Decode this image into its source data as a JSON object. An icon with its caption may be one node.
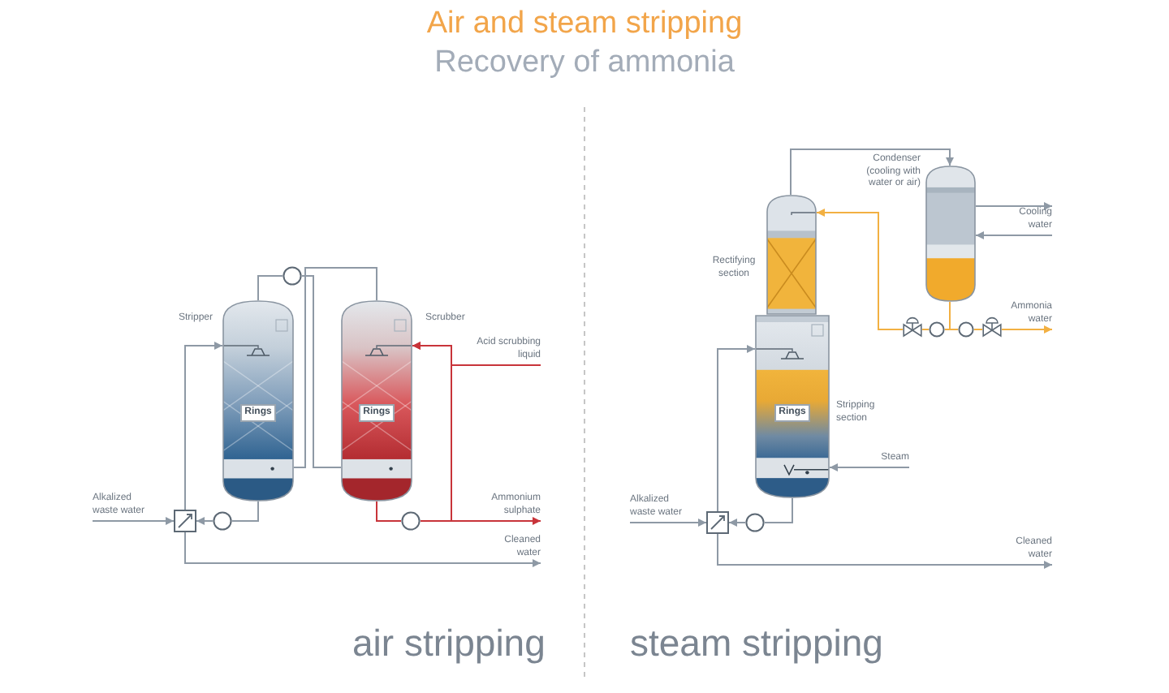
{
  "diagram": {
    "title": "Air and steam stripping",
    "nodes": [
      {
        "text": [
          "Stripper"
        ]
      },
      {
        "text": [
          "Rings"
        ],
        "in": 0
      },
      {
        "text": [
          "Scrubber"
        ]
      },
      {
        "text": [
          "Rings"
        ],
        "in": 2
      },
      {
        "text": [],
        "shape": "circle"
      },
      {
        "text": [],
        "shape": "box"
      },
      {
        "text": [],
        "shape": "circle"
      },
      {
        "text": [],
        "shape": "circle"
      },
      {
        "text": [
          "Alkalized waste water"
        ]
      },
      {
        "text": [
          "Acid scrubbing liquid"
        ]
      },
      {
        "text": [
          "Ammonium sulphate"
        ]
      },
      {
        "text": [
          "Cleaned water"
        ]
      },
      {
        "text": [
          "Rectifying section"
        ]
      },
      {
        "text": [
          "Stripping section"
        ]
      },
      {
        "text": [
          "Rings"
        ],
        "in": 13
      },
      {
        "text": [
          "Condenser (cooling with water or air)"
        ]
      },
      {
        "text": [],
        "shape": "valve"
      },
      {
        "text": [],
        "shape": "circle"
      },
      {
        "text": [],
        "shape": "circle"
      },
      {
        "text": [],
        "shape": "valve"
      },
      {
        "text": [
          "Cooling water"
        ]
      },
      {
        "text": [
          "Ammonia water"
        ]
      },
      {
        "text": [
          "Steam"
        ]
      },
      {
        "text": [
          "Alkalized waste water"
        ]
      },
      {
        "text": [],
        "shape": "box"
      },
      {
        "text": [],
        "shape": "circle"
      },
      {
        "text": [
          "Cleaned water"
        ]
      }
    ],
    "edges": [
      {
        "from": 8,
        "to": 5,
        "arrow": "to"
      },
      {
        "from": 5,
        "to": 0,
        "arrow": "to"
      },
      {
        "from": 0,
        "to": 6,
        "arrow": "none"
      },
      {
        "from": 6,
        "to": 5,
        "arrow": "to"
      },
      {
        "from": 5,
        "to": 11,
        "arrow": "to"
      },
      {
        "from": 0,
        "to": 4,
        "arrow": "none"
      },
      {
        "from": 4,
        "to": 2,
        "arrow": "none"
      },
      {
        "from": 2,
        "to": 0,
        "arrow": "none"
      },
      {
        "from": 9,
        "to": 2,
        "arrow": "to",
        "color": "#c8343a"
      },
      {
        "from": 2,
        "to": 7,
        "arrow": "none",
        "color": "#c8343a"
      },
      {
        "from": 7,
        "to": 10,
        "arrow": "to",
        "color": "#c8343a"
      },
      {
        "from": 7,
        "to": 2,
        "arrow": "to",
        "color": "#c8343a"
      },
      {
        "from": 23,
        "to": 24,
        "arrow": "to"
      },
      {
        "from": 24,
        "to": 13,
        "arrow": "to"
      },
      {
        "from": 13,
        "to": 25,
        "arrow": "none"
      },
      {
        "from": 25,
        "to": 24,
        "arrow": "to"
      },
      {
        "from": 24,
        "to": 26,
        "arrow": "to"
      },
      {
        "from": 22,
        "to": 13,
        "arrow": "to"
      },
      {
        "from": 12,
        "to": 15,
        "arrow": "to"
      },
      {
        "from": 15,
        "to": 20,
        "arrow": "to"
      },
      {
        "from": 20,
        "to": 15,
        "arrow": "to"
      },
      {
        "from": 15,
        "to": 17,
        "arrow": "none",
        "color": "#f2b042"
      },
      {
        "from": 15,
        "to": 18,
        "arrow": "none",
        "color": "#f2b042"
      },
      {
        "from": 17,
        "to": 16,
        "arrow": "none",
        "color": "#f2b042"
      },
      {
        "from": 16,
        "to": 12,
        "arrow": "to",
        "color": "#f2b042"
      },
      {
        "from": 18,
        "to": 19,
        "arrow": "none",
        "color": "#f2b042"
      },
      {
        "from": 19,
        "to": 21,
        "arrow": "to",
        "color": "#f2b042"
      }
    ],
    "labels": [
      "Recovery of ammonia",
      "air stripping",
      "steam stripping"
    ]
  }
}
